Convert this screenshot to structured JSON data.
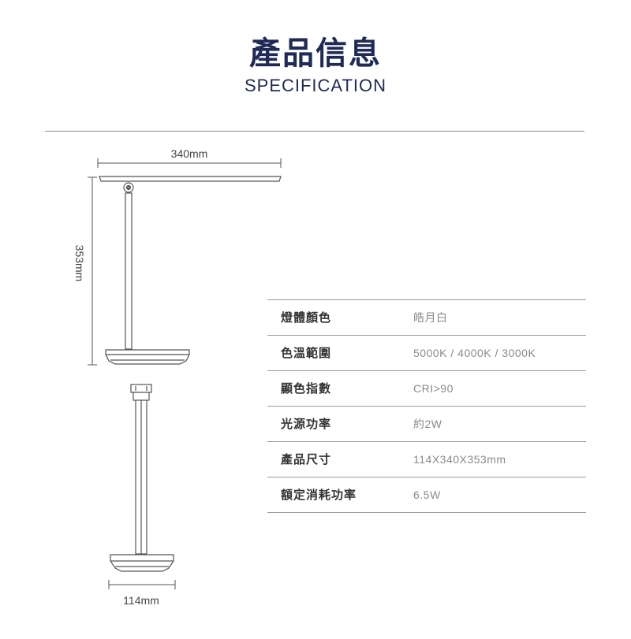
{
  "header": {
    "title": "產品信息",
    "subtitle": "SPECIFICATION"
  },
  "dimensions": {
    "width_label": "340mm",
    "height_label": "353mm",
    "depth_label": "114mm"
  },
  "specs": [
    {
      "label": "燈體顏色",
      "value": "皓月白"
    },
    {
      "label": "色溫範圍",
      "value": "5000K / 4000K / 3000K"
    },
    {
      "label": "顯色指數",
      "value": "CRI>90"
    },
    {
      "label": "光源功率",
      "value": "約2W"
    },
    {
      "label": "產品尺寸",
      "value": "114X340X353mm"
    },
    {
      "label": "額定消耗功率",
      "value": "6.5W"
    }
  ],
  "colors": {
    "title": "#1f2a55",
    "divider": "#8a8a8a",
    "label": "#333333",
    "value": "#8a8a8a",
    "lamp_outline": "#555555"
  }
}
